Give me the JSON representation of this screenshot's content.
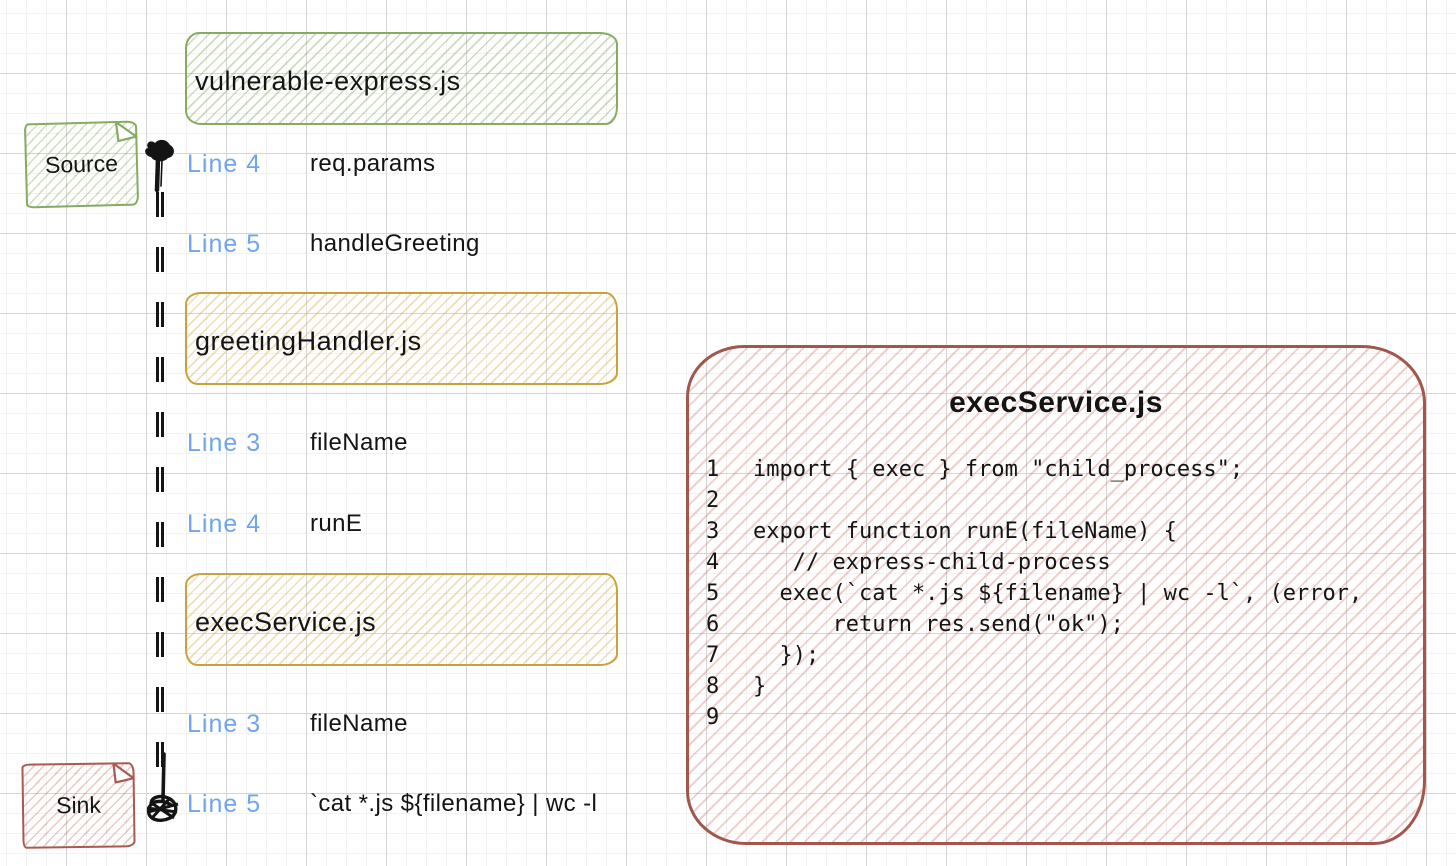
{
  "colors": {
    "ink": "#141414",
    "green": "#85ab60",
    "yellow": "#c9a23e",
    "red": "#a85a4f",
    "blue": "#6fa5ee",
    "grid_minor": "#f2f2f2",
    "grid_major": "#d5d5d5"
  },
  "source_note": {
    "label": "Source"
  },
  "sink_note": {
    "label": "Sink"
  },
  "file_boxes": [
    {
      "label": "vulnerable-express.js",
      "color": "green"
    },
    {
      "label": "greetingHandler.js",
      "color": "yellow"
    },
    {
      "label": "execService.js",
      "color": "yellow"
    }
  ],
  "steps": [
    {
      "line": "Line 4",
      "value": "req.params"
    },
    {
      "line": "Line 5",
      "value": "handleGreeting"
    },
    {
      "line": "Line 3",
      "value": "fileName"
    },
    {
      "line": "Line 4",
      "value": "runE"
    },
    {
      "line": "Line 3",
      "value": "fileName"
    },
    {
      "line": "Line 5",
      "value": "`cat *.js ${filename} | wc -l"
    }
  ],
  "icons": {
    "pin": "pin-icon",
    "knot": "scribble-knot-icon"
  },
  "code_panel": {
    "title": "execService.js",
    "lines": [
      {
        "num": "1",
        "code": "import { exec } from \"child_process\";"
      },
      {
        "num": "2",
        "code": ""
      },
      {
        "num": "3",
        "code": "export function runE(fileName) {"
      },
      {
        "num": "4",
        "code": "   // express-child-process"
      },
      {
        "num": "5",
        "code": "  exec(`cat *.js ${filename} | wc -l`, (error,"
      },
      {
        "num": "6",
        "code": "      return res.send(\"ok\");"
      },
      {
        "num": "7",
        "code": "  });"
      },
      {
        "num": "8",
        "code": "}"
      },
      {
        "num": "9",
        "code": ""
      }
    ]
  }
}
